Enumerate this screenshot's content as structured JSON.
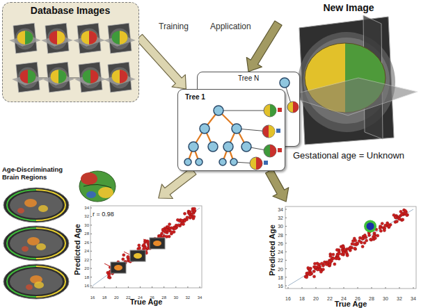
{
  "diagram": {
    "nodes": [
      {
        "text": [
          "Database Images"
        ]
      },
      {
        "text": [
          "New Image",
          "Gestational age = Unknown"
        ]
      },
      {
        "text": [
          "Tree N"
        ]
      },
      {
        "text": [
          "Tree 1"
        ]
      },
      {
        "text": [
          "Age-Discriminating Brain Regions"
        ]
      },
      {
        "text": [
          "Predicted Age",
          "True Age",
          "r = 0.98"
        ]
      },
      {
        "text": [
          "Predicted Age",
          "True Age"
        ]
      }
    ],
    "edges": [
      {
        "from": 0,
        "to": 3,
        "label": "Training",
        "arrow": "to"
      },
      {
        "from": 1,
        "to": 2,
        "label": "Application",
        "arrow": "to"
      },
      {
        "from": 3,
        "to": 5,
        "arrow": "to"
      },
      {
        "from": 3,
        "to": 6,
        "arrow": "to"
      }
    ],
    "labels": [
      "16",
      "18",
      "20",
      "22",
      "24",
      "26",
      "28",
      "30",
      "32",
      "34",
      "16",
      "18",
      "20",
      "22",
      "24",
      "26",
      "28",
      "30",
      "32",
      "34",
      "16",
      "18",
      "20",
      "22",
      "24",
      "26",
      "28",
      "30",
      "32",
      "34",
      "16",
      "18",
      "20",
      "22",
      "24",
      "26",
      "28",
      "30",
      "32",
      "34"
    ]
  }
}
